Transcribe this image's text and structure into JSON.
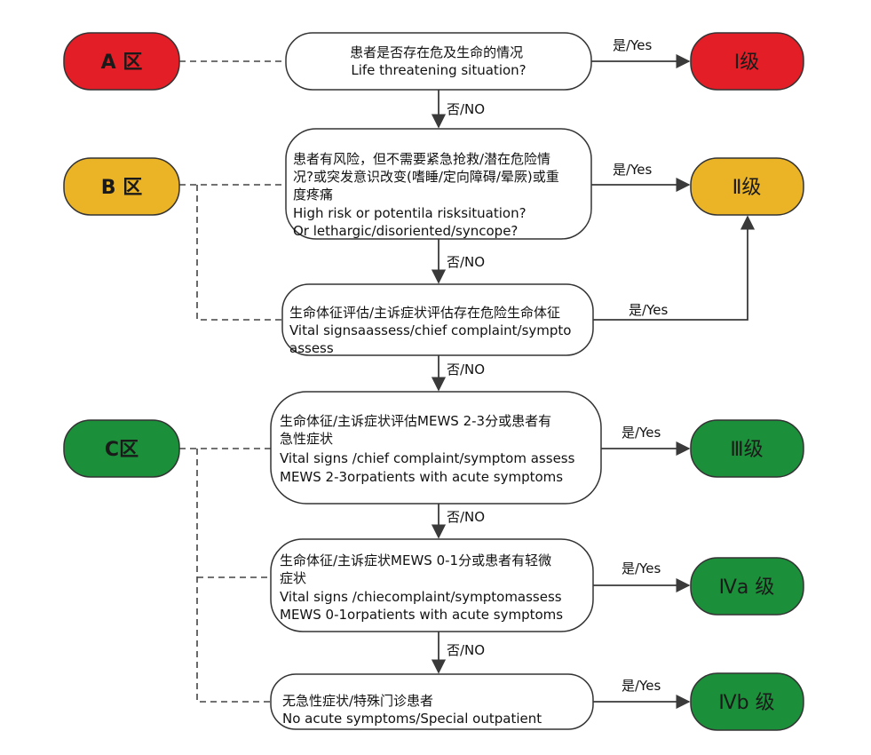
{
  "colors": {
    "red": "#e41e26",
    "yellow": "#ebb426",
    "green": "#1c8f3a",
    "stroke": "#333333",
    "arrow": "#3a3a3a"
  },
  "zones": {
    "a": "A 区",
    "b": "B 区",
    "c": "C区"
  },
  "grades": {
    "g1": "Ⅰ级",
    "g2": "Ⅱ级",
    "g3": "Ⅲ级",
    "g4a": "Ⅳa 级",
    "g4b": "Ⅳb 级"
  },
  "decisions": {
    "d1": [
      "患者是否存在危及生命的情况",
      "Life  threatening  situation?"
    ],
    "d2": [
      "患者有风险，但不需要紧急抢救/潜在危险情",
      "况?或突发意识改变(嗜睡/定向障碍/晕厥)或重",
      "度疼痛",
      "High risk or potentila risksituation?",
      "Or  lethargic/disoriented/syncope?"
    ],
    "d3": [
      "生命体征评估/主诉症状评估存在危险生命体征",
      "Vital  signsaassess/chief complaint/sympto",
      "assess"
    ],
    "d4": [
      "生命体征/主诉症状评估MEWS 2-3分或患者有",
      "急性症状",
      "Vital signs /chief complaint/symptom assess",
      "MEWS 2-3orpatients with acute symptoms"
    ],
    "d5": [
      "生命体征/主诉症状MEWS  0-1分或患者有轻微",
      "症状",
      "Vital  signs  /chiecomplaint/symptomassess",
      "MEWS 0-1orpatients with acute symptoms"
    ],
    "d6": [
      "无急性症状/特殊门诊患者",
      "No  acute  symptoms/Special  outpatient"
    ]
  },
  "labels": {
    "yes": "是/Yes",
    "no": "否/NO"
  }
}
